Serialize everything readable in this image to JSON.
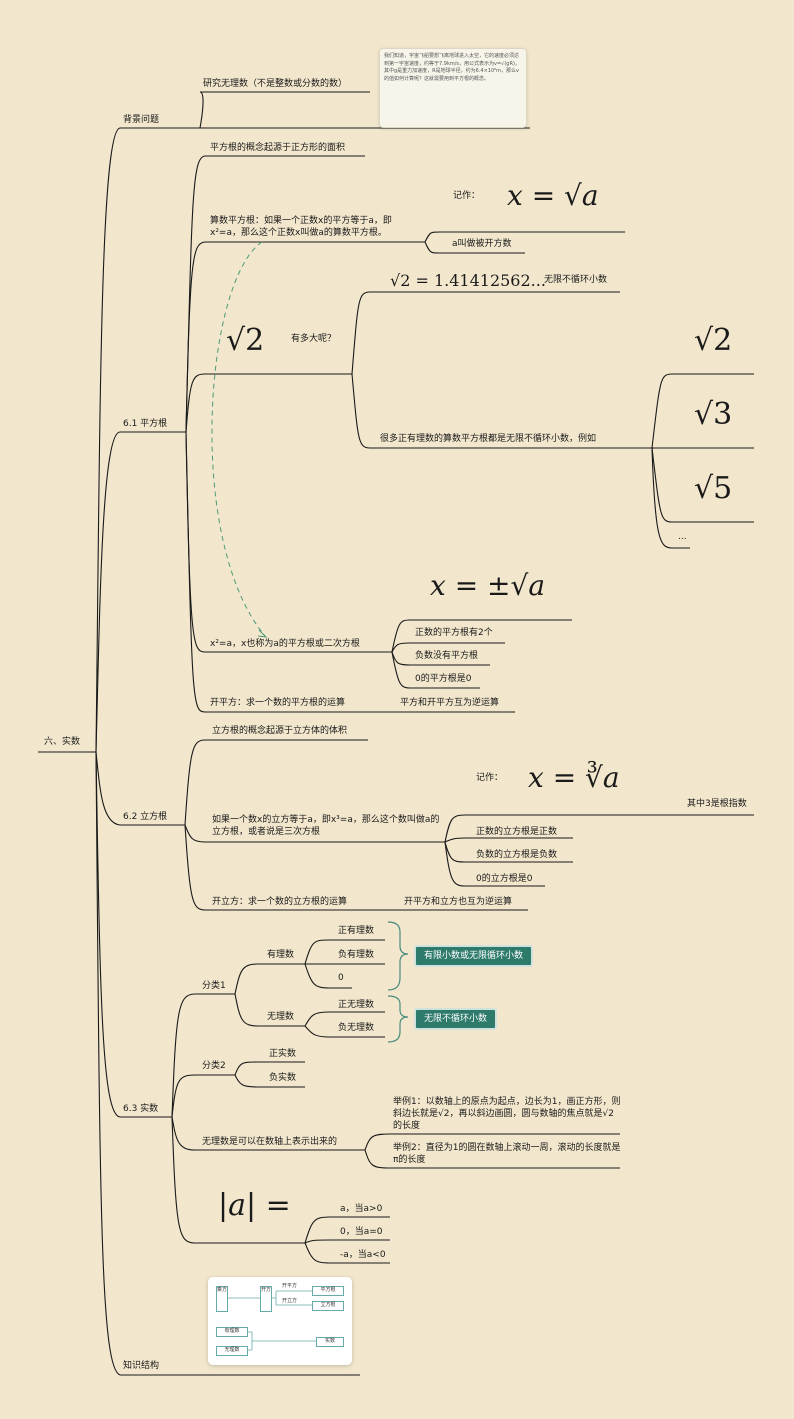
{
  "root": "六、实数",
  "background": {
    "label": "背景问题",
    "research": "研究无理数（不是整数或分数的数）",
    "note": "我们知道，宇宙飞船要想飞离地球进入太空，它的速度必须达到第一宇宙速度，约等于7.9km/s，用公式表示为v=√(gR)，其中g是重力加速度，R是地球半径，约为6.4×10⁶m，那么v的值如何计算呢？这就需要用到平方根的概念。"
  },
  "s61": {
    "label": "6.1 平方根",
    "origin": "平方根的概念起源于正方形的面积",
    "arith_def": "算数平方根：如果一个正数x的平方等于a，即x²=a，那么这个正数x叫做a的算数平方根。",
    "record_label": "记作：",
    "record_formula": "x = √a",
    "radicand": "a叫做被开方数",
    "sqrt2": "√2",
    "how_big": "有多大呢？",
    "sqrt2_value": "√2 = 1.41412562...",
    "non_repeating": "无限不循环小数",
    "many_irrational": "很多正有理数的算数平方根都是无限不循环小数，例如",
    "examples": [
      "√2",
      "√3",
      "√5",
      "..."
    ],
    "pm_formula": "x = ±√a",
    "sq_root_def": "x²=a，x也称为a的平方根或二次方根",
    "props": [
      "正数的平方根有2个",
      "负数没有平方根",
      "0的平方根是0"
    ],
    "extract": "开平方：求一个数的平方根的运算",
    "inverse": "平方和开平方互为逆运算"
  },
  "s62": {
    "label": "6.2 立方根",
    "origin": "立方根的概念起源于立方体的体积",
    "record_label": "记作：",
    "record_formula": "x = ∛a",
    "index_note": "其中3是根指数",
    "def": "如果一个数x的立方等于a，即x³=a，那么这个数叫做a的立方根，或者说是三次方根",
    "props": [
      "正数的立方根是正数",
      "负数的立方根是负数",
      "0的立方根是0"
    ],
    "extract": "开立方：求一个数的立方根的运算",
    "inverse": "开平方和立方也互为逆运算"
  },
  "s63": {
    "label": "6.3 实数",
    "class1": "分类1",
    "rational": "有理数",
    "rational_items": [
      "正有理数",
      "负有理数",
      "0"
    ],
    "rational_badge": "有限小数或无限循环小数",
    "irrational": "无理数",
    "irrational_items": [
      "正无理数",
      "负无理数"
    ],
    "irrational_badge": "无限不循环小数",
    "class2": "分类2",
    "class2_items": [
      "正实数",
      "负实数"
    ],
    "number_line": "无理数是可以在数轴上表示出来的",
    "example1": "举例1：以数轴上的原点为起点，边长为1，画正方形，则斜边长就是√2，再以斜边画圆，圆与数轴的焦点就是√2的长度",
    "example2": "举例2：直径为1的圆在数轴上滚动一周，滚动的长度就是π的长度",
    "abs_formula": "|a| =",
    "abs_cases": [
      "a，当a>0",
      "0，当a=0",
      "-a，当a<0"
    ]
  },
  "structure": {
    "label": "知识结构",
    "card": {
      "box1": "乘方",
      "box2": "开方",
      "arrow1": "开平方",
      "arrow2": "开立方",
      "out1": "平方根",
      "out2": "立方根",
      "box3": "有理数",
      "box4": "无理数",
      "out3": "实数"
    }
  },
  "colors": {
    "background": "#f2e7cd",
    "line": "#1a1a1a",
    "badge": "#2e7a6b",
    "dashed": "#4a9a76"
  }
}
